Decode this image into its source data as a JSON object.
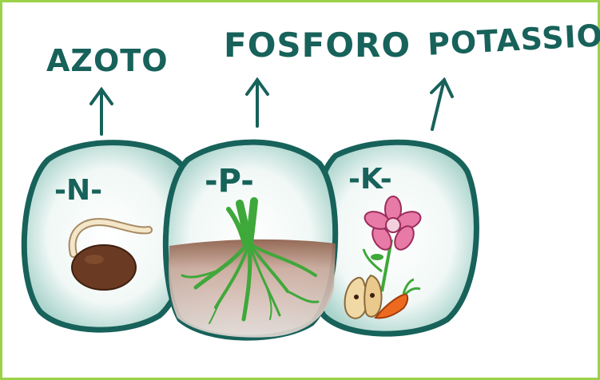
{
  "nutrients": [
    {
      "name": "AZOTO",
      "symbol": "-N-"
    },
    {
      "name": "FOSFORO",
      "symbol": "-P-"
    },
    {
      "name": "POTASSIO",
      "symbol": "-K-"
    }
  ],
  "colors": {
    "frame": "#9bd24a",
    "ink": "#17625a",
    "circle_fill": "#eaf5f2",
    "seed": "#6b3a22",
    "soil": "#8a5a44",
    "plant": "#3fa83a",
    "flower": "#e87aa8",
    "carrot": "#ec6a1f"
  },
  "icons": [
    "arrow-up-icon",
    "seed-sprout-icon",
    "roots-icon",
    "flower-icon",
    "pear-icon",
    "carrot-icon"
  ]
}
